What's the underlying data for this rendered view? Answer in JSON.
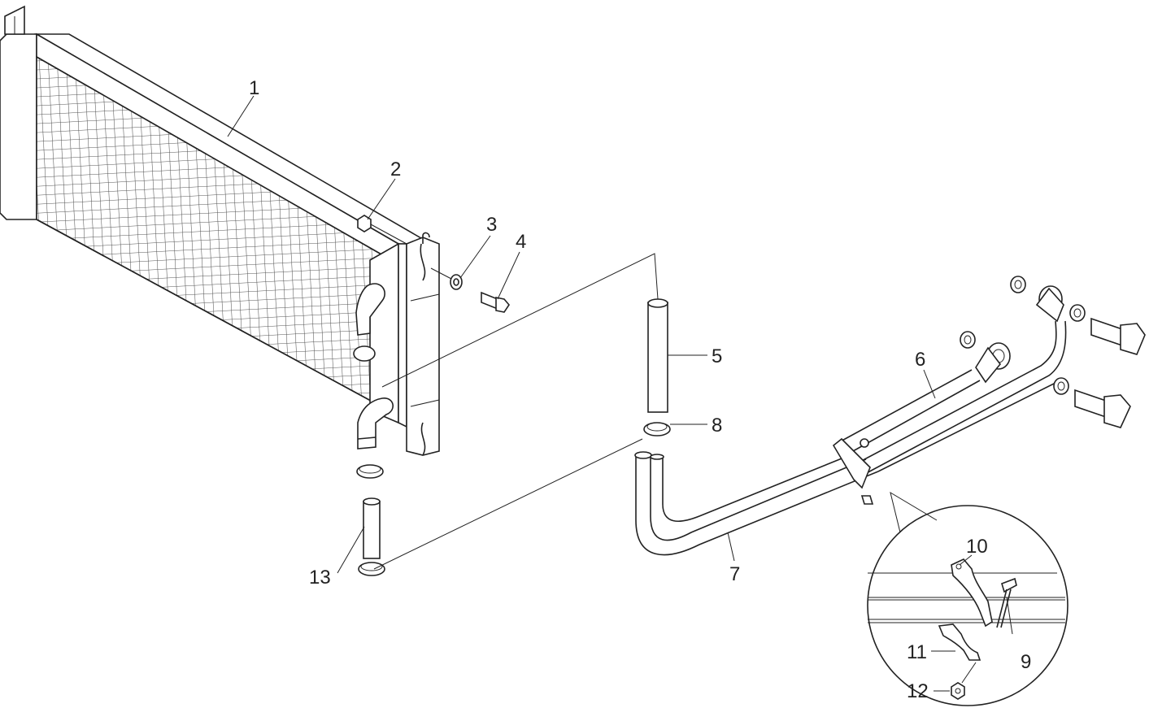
{
  "callouts": [
    "1",
    "2",
    "3",
    "4",
    "5",
    "6",
    "7",
    "8",
    "9",
    "10",
    "11",
    "12",
    "13"
  ],
  "colors": {
    "line": "#222222",
    "background": "#ffffff",
    "mesh": "#555555"
  }
}
